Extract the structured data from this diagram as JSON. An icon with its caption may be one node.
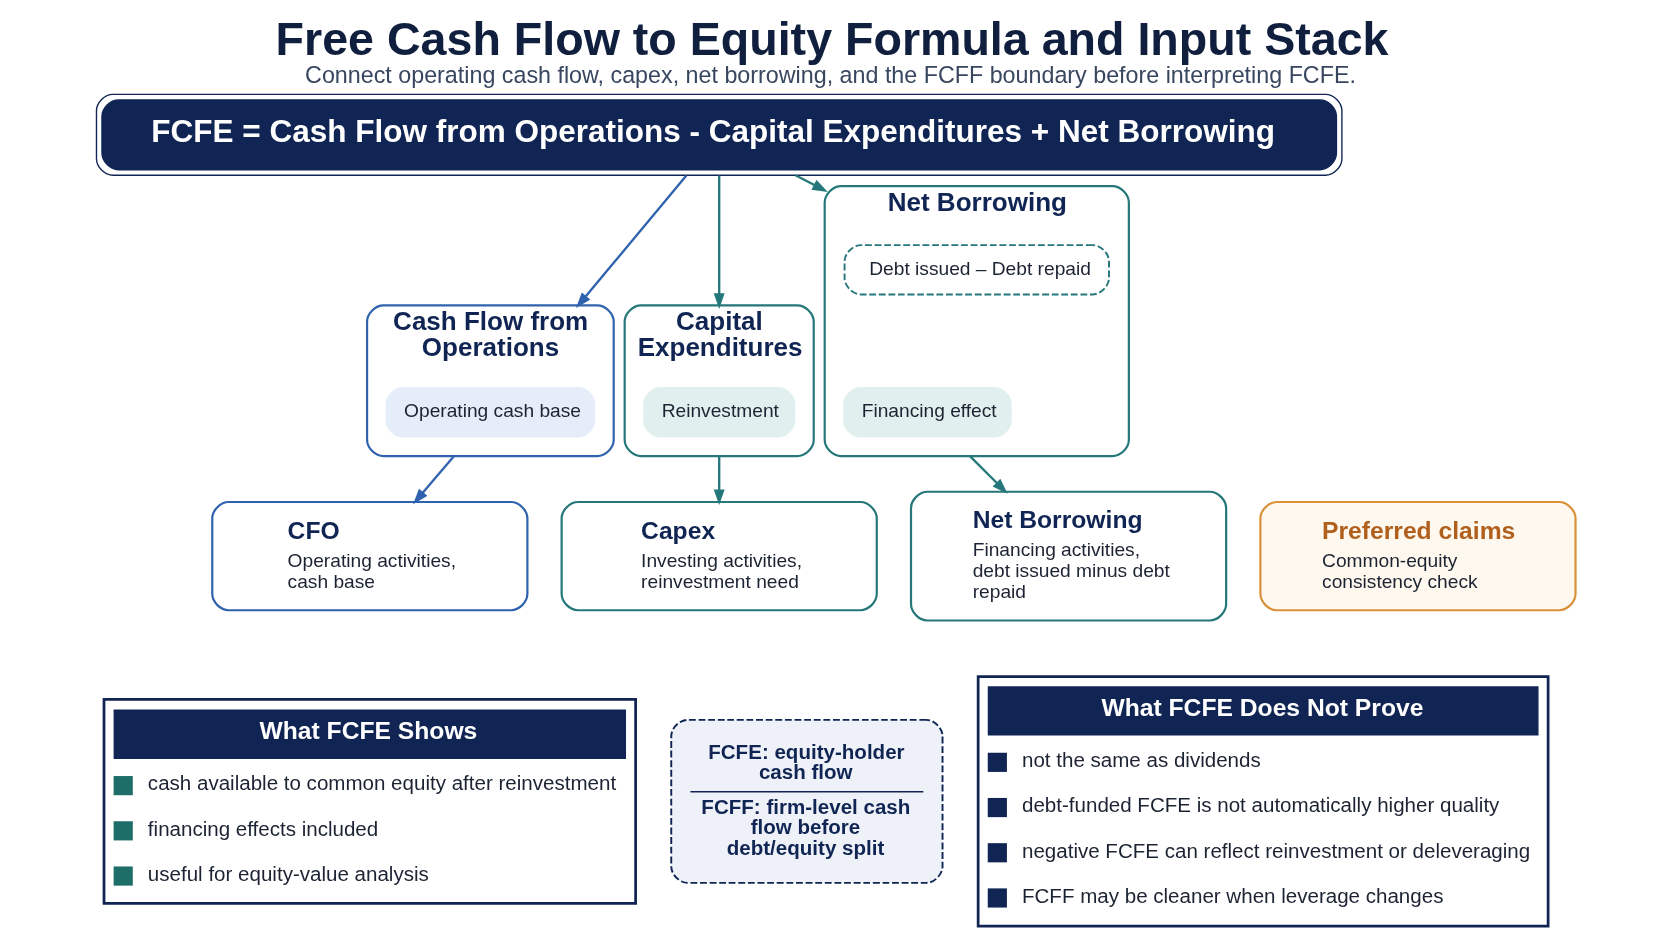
{
  "diagram": {
    "title": "Free Cash Flow to Equity Formula and Input Stack",
    "caption": "Connect operating cash flow, capex, net borrowing, and the FCFF boundary before interpreting FCFE.",
    "nodes": [
      {
        "text": [
          "FCFE = Cash Flow from Operations - Capital Expenditures + Net Borrowing"
        ]
      },
      {
        "text": [
          "Cash Flow from Operations"
        ]
      },
      {
        "text": [
          "Operating cash base"
        ],
        "in": 1
      },
      {
        "text": [
          "Capital Expenditures"
        ]
      },
      {
        "text": [
          "Reinvestment"
        ],
        "in": 3
      },
      {
        "text": [
          "Net Borrowing"
        ]
      },
      {
        "text": [
          "Debt issued – Debt repaid"
        ],
        "in": 5
      },
      {
        "text": [
          "Financing effect"
        ],
        "in": 5
      },
      {
        "text": [
          "CFO",
          "Operating activities, cash base"
        ]
      },
      {
        "text": [
          "Capex",
          "Investing activities, reinvestment need"
        ]
      },
      {
        "text": [
          "Net Borrowing",
          "Financing activities, debt issued minus debt repaid"
        ]
      },
      {
        "text": [
          "Preferred claims",
          "Common-equity consistency check"
        ]
      },
      {
        "text": [
          "What FCFE Shows",
          "cash available to common equity after reinvestment",
          "financing effects included",
          "useful for equity-value analysis"
        ]
      },
      {
        "text": [
          "FCFE: equity-holder cash flow",
          "FCFF: firm-level cash flow before debt/equity split"
        ]
      },
      {
        "text": [
          "What FCFE Does Not Prove",
          "not the same as dividends",
          "debt-funded FCFE is not automatically higher quality",
          "negative FCFE can reflect reinvestment or deleveraging",
          "FCFF may be cleaner when leverage changes"
        ]
      }
    ],
    "edges": [
      {
        "from": 0,
        "to": 1,
        "arrow": "to",
        "color": "#2f63ad"
      },
      {
        "from": 0,
        "to": 3,
        "arrow": "to"
      },
      {
        "from": 0,
        "to": 5,
        "arrow": "to"
      },
      {
        "from": 1,
        "to": 8,
        "arrow": "to",
        "color": "#2f63ad"
      },
      {
        "from": 3,
        "to": 9,
        "arrow": "to"
      },
      {
        "from": 5,
        "to": 10,
        "arrow": "to"
      }
    ]
  }
}
